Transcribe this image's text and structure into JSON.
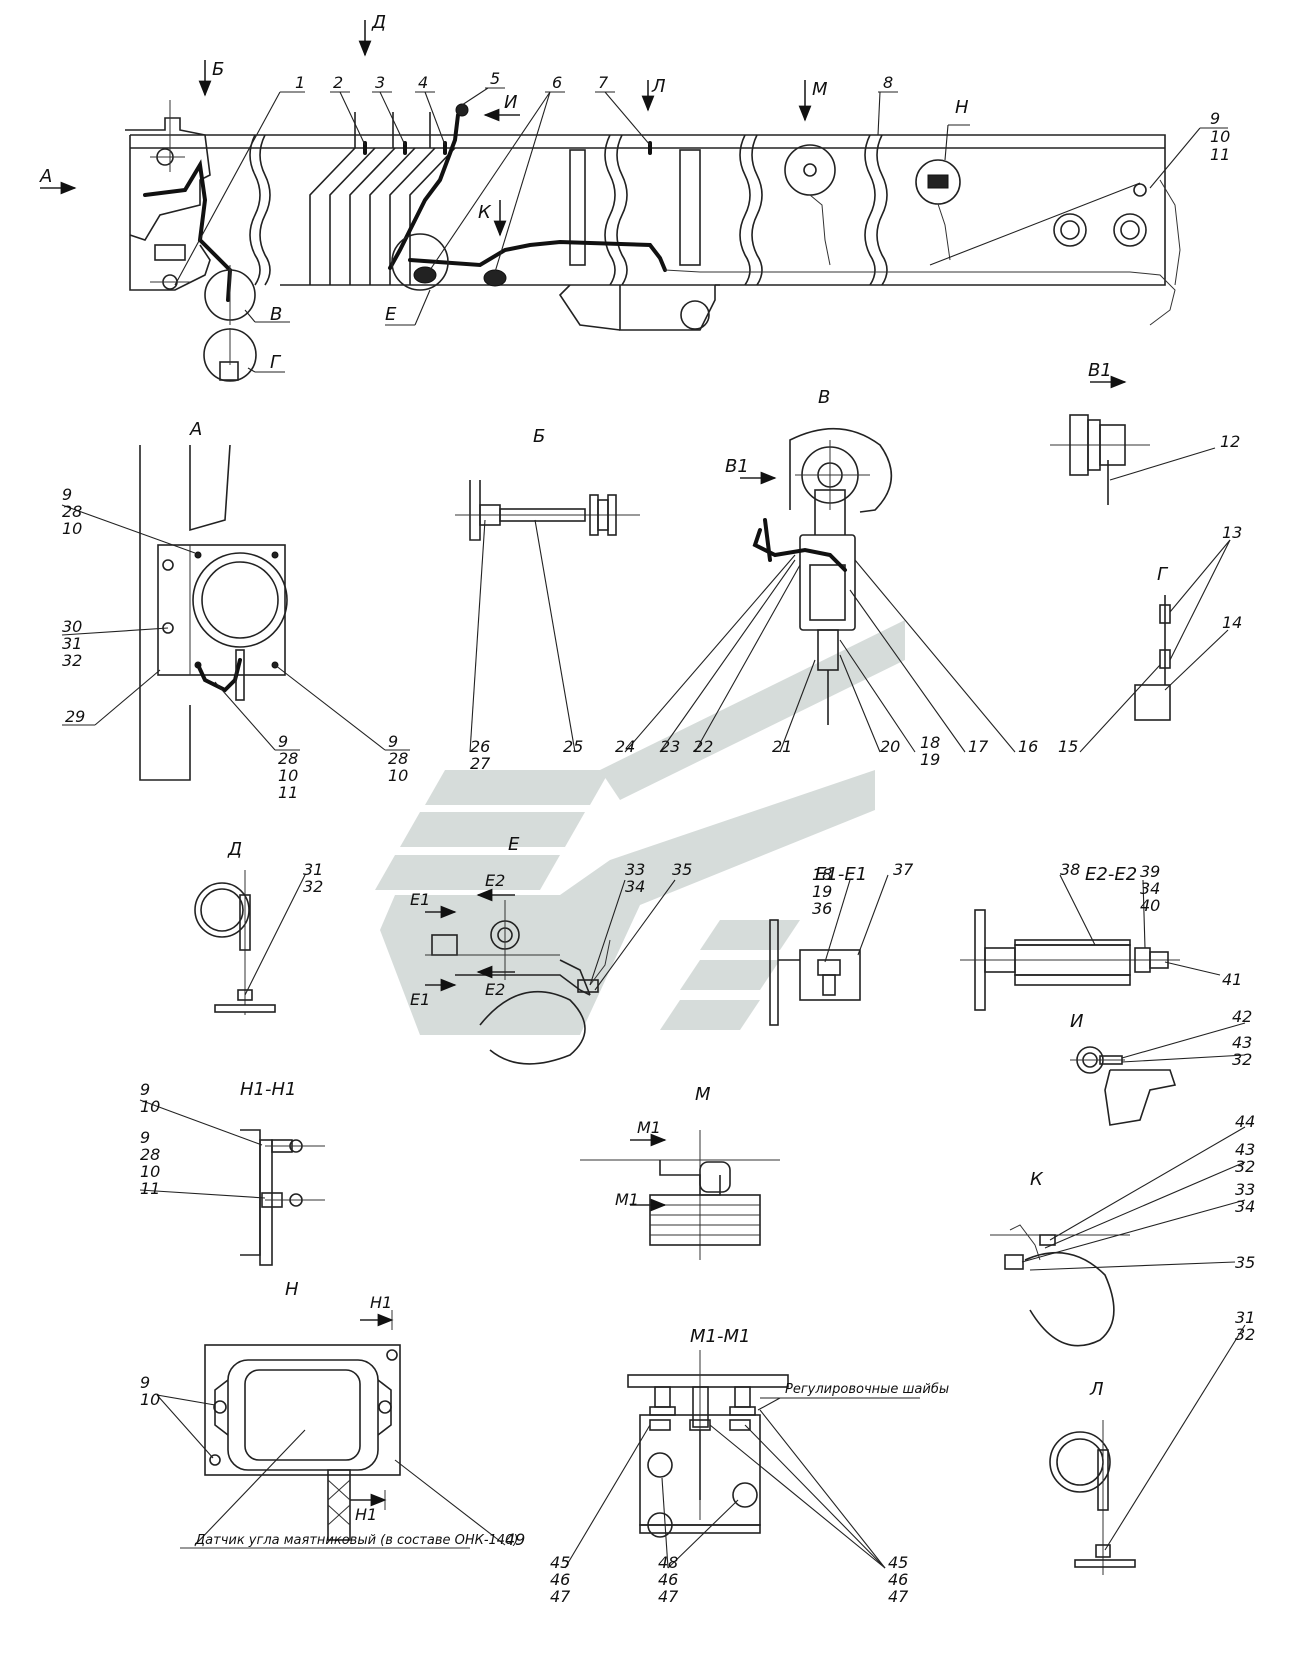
{
  "view_titles": {
    "A": "А",
    "B": "Б",
    "V": "В",
    "V1": "В1",
    "G": "Г",
    "D": "Д",
    "E": "Е",
    "E1E1": "Е1-Е1",
    "E2E2": "Е2-Е2",
    "I": "И",
    "K": "К",
    "L": "Л",
    "M": "М",
    "M1M1": "М1-М1",
    "N": "Н",
    "N1N1": "Н1-Н1"
  },
  "section_marks": {
    "A": "А",
    "B": "Б",
    "D": "Д",
    "I": "И",
    "K": "К",
    "L": "Л",
    "M": "М",
    "N": "Н",
    "V": "В",
    "G": "Г",
    "E": "Е",
    "V1": "В1",
    "E1": "Е1",
    "E2": "Е2",
    "M1": "М1",
    "N1": "Н1"
  },
  "main_labels": [
    "1",
    "2",
    "3",
    "4",
    "5",
    "6",
    "7",
    "8",
    "9",
    "10",
    "11"
  ],
  "view_a_labels": [
    "9",
    "28",
    "10",
    "30",
    "31",
    "32",
    "29",
    "9",
    "28",
    "10",
    "11",
    "9",
    "28",
    "10"
  ],
  "view_b_labels": [
    "26",
    "27",
    "25"
  ],
  "view_v_labels": [
    "24",
    "23",
    "22",
    "21",
    "20",
    "18",
    "19",
    "17",
    "16"
  ],
  "view_v1_labels": [
    "12"
  ],
  "view_g_labels": [
    "13",
    "14",
    "15"
  ],
  "view_d_labels": [
    "31",
    "32"
  ],
  "view_e_labels": [
    "33",
    "34",
    "35"
  ],
  "view_e1_labels": [
    "18",
    "19",
    "36",
    "37"
  ],
  "view_e2_labels": [
    "38",
    "39",
    "34",
    "40",
    "41"
  ],
  "view_i_labels": [
    "42",
    "43",
    "32"
  ],
  "view_k_labels": [
    "44",
    "43",
    "32",
    "33",
    "34",
    "35"
  ],
  "view_n1_labels": [
    "9",
    "10",
    "9",
    "28",
    "10",
    "11"
  ],
  "view_n_labels": [
    "9",
    "10",
    "49"
  ],
  "view_n_note": "Датчик угла маятниковый (в составе ОНК-140)",
  "view_m1_note": "Регулировочные шайбы",
  "view_m1_labels": [
    "45",
    "46",
    "47",
    "48",
    "46",
    "47",
    "45",
    "46",
    "47"
  ],
  "view_l_labels": [
    "31",
    "32"
  ],
  "watermark_color": "#cfd6d4"
}
